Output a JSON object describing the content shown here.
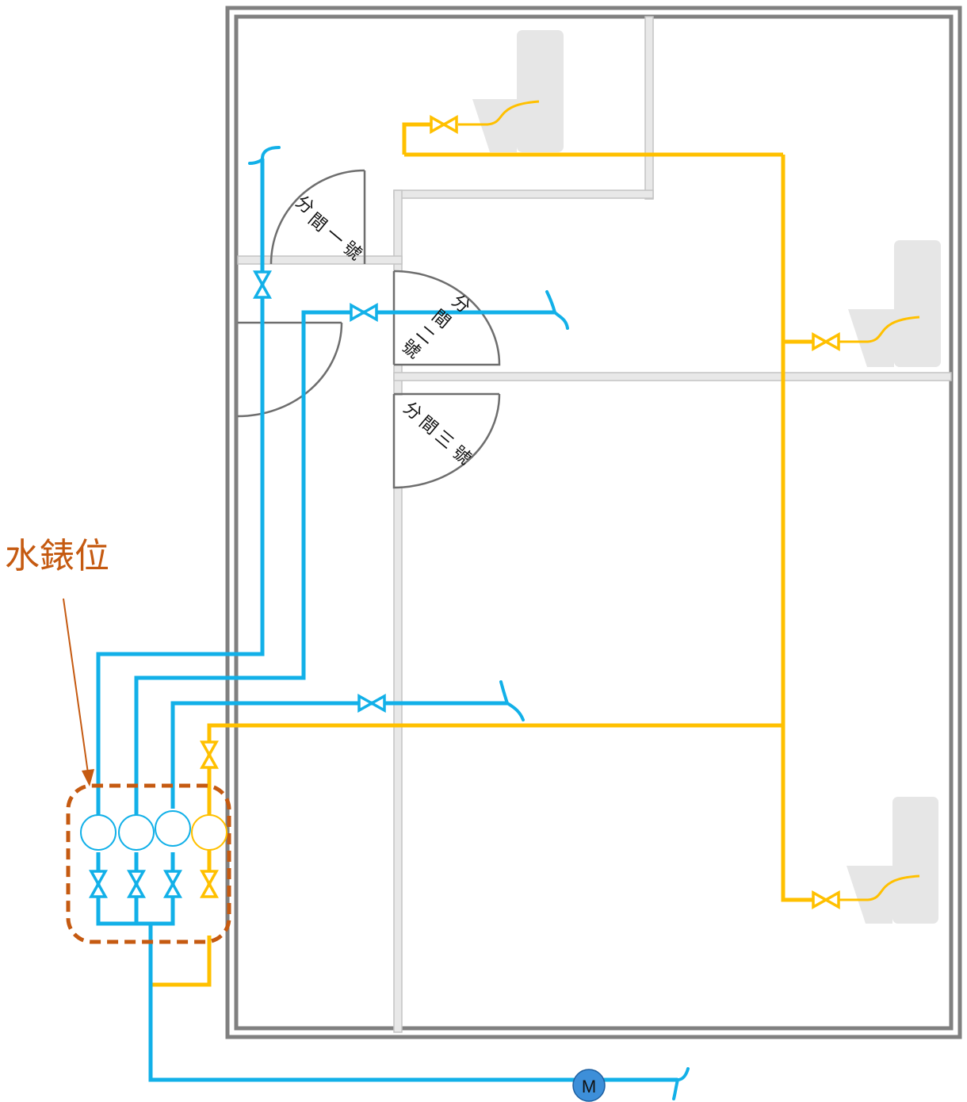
{
  "labels": {
    "meter_position": "水錶位",
    "room_1": [
      "分",
      "間",
      "一",
      "號"
    ],
    "room_2": [
      "分",
      "間",
      "二",
      "號"
    ],
    "room_3": [
      "分",
      "間",
      "三",
      "號"
    ],
    "main_meter": "M"
  },
  "colors": {
    "cold_water": "#12b0e8",
    "hot_water": "#ffc000",
    "meter_box": "#c55a11",
    "wall": "#808080",
    "partition": "#d6d6d6",
    "door": "#6e6e6e",
    "toilet": "#e6e6e6",
    "meter_fill": "#3d8fd9"
  },
  "icons": {
    "valve": "gate-valve-icon",
    "toilet": "toilet-icon",
    "pipe_end": "pipe-cap-icon",
    "meter": "water-meter-icon"
  }
}
